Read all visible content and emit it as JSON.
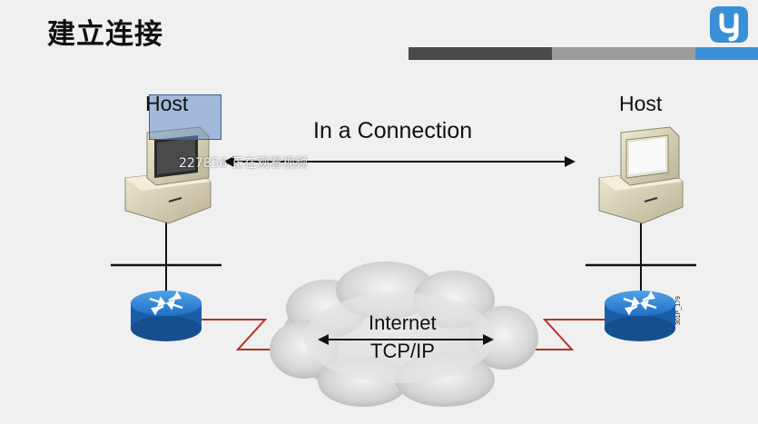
{
  "slide": {
    "title": "建立连接",
    "accent_colors": [
      "#4a4a4a",
      "#9b9b9b",
      "#3a8fd6"
    ]
  },
  "logo": {
    "icon": "q-brand-logo",
    "color": "#3a8fd6"
  },
  "diagram": {
    "left_host_label": "Host",
    "right_host_label": "Host",
    "connection_label": "In a Connection",
    "cloud_line1": "Internet",
    "cloud_line2": "TCP/IP",
    "figure_code": "301P_179",
    "router_color": "#1f6fc4",
    "link_color": "#c0392b"
  },
  "overlay": {
    "watermark_text": "227856 正在观看视频"
  }
}
